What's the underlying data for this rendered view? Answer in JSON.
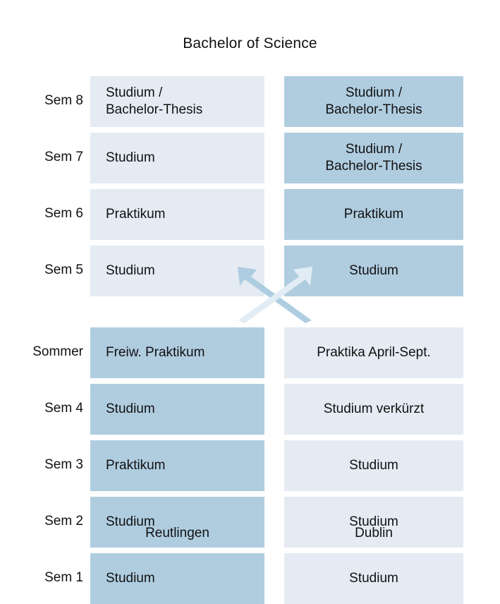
{
  "title": "Bachelor of Science",
  "colors": {
    "tone_light": "#e4ebf3",
    "tone_dark": "#b0cde0",
    "arrow_dark": "#afcde0",
    "arrow_light": "#e2ecf4",
    "text": "#111111",
    "background": "#ffffff"
  },
  "columns": [
    {
      "key": "left",
      "footer": "Reutlingen"
    },
    {
      "key": "right",
      "footer": "Dublin"
    }
  ],
  "upper_block": [
    {
      "label": "Sem 8",
      "left": {
        "text": "Studium /\nBachelor-Thesis",
        "tone": "light"
      },
      "right": {
        "text": "Studium /\nBachelor-Thesis",
        "tone": "dark"
      }
    },
    {
      "label": "Sem 7",
      "left": {
        "text": "Studium",
        "tone": "light"
      },
      "right": {
        "text": "Studium /\nBachelor-Thesis",
        "tone": "dark"
      }
    },
    {
      "label": "Sem 6",
      "left": {
        "text": "Praktikum",
        "tone": "light"
      },
      "right": {
        "text": "Praktikum",
        "tone": "dark"
      }
    },
    {
      "label": "Sem 5",
      "left": {
        "text": "Studium",
        "tone": "light"
      },
      "right": {
        "text": "Studium",
        "tone": "dark"
      }
    }
  ],
  "lower_block": [
    {
      "label": "Sommer",
      "left": {
        "text": "Freiw. Praktikum",
        "tone": "dark"
      },
      "right": {
        "text": "Praktika April-Sept.",
        "tone": "light"
      }
    },
    {
      "label": "Sem 4",
      "left": {
        "text": "Studium",
        "tone": "dark"
      },
      "right": {
        "text": "Studium verkürzt",
        "tone": "light"
      }
    },
    {
      "label": "Sem 3",
      "left": {
        "text": "Praktikum",
        "tone": "dark"
      },
      "right": {
        "text": "Studium",
        "tone": "light"
      }
    },
    {
      "label": "Sem 2",
      "left": {
        "text": "Studium",
        "tone": "dark"
      },
      "right": {
        "text": "Studium",
        "tone": "light"
      }
    },
    {
      "label": "Sem 1",
      "left": {
        "text": "Studium",
        "tone": "dark"
      },
      "right": {
        "text": "Studium",
        "tone": "light"
      }
    }
  ],
  "arrows": [
    {
      "name": "exchange-arrow-to-reutlingen",
      "direction": "up-left",
      "tone": "dark"
    },
    {
      "name": "exchange-arrow-to-dublin",
      "direction": "up-right",
      "tone": "light"
    }
  ],
  "footers": {
    "left": "Reutlingen",
    "right": "Dublin"
  }
}
